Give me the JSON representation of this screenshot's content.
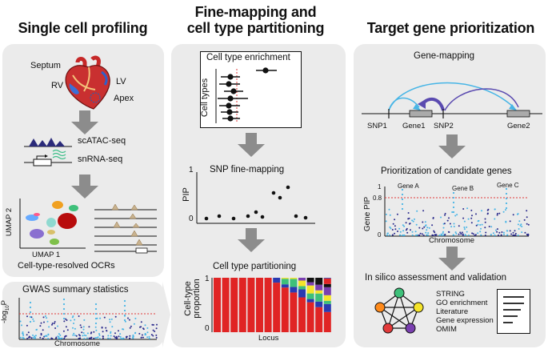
{
  "headers": {
    "col1": "Single cell profiling",
    "col2_line1": "Fine-mapping and",
    "col2_line2": "cell type partitioning",
    "col3": "Target gene prioritization"
  },
  "col1": {
    "heart_labels": {
      "septum": "Septum",
      "rv": "RV",
      "lv": "LV",
      "apex": "Apex"
    },
    "assay1": "scATAC-seq",
    "assay2": "snRNA-seq",
    "umap_y": "UMAP 2",
    "umap_x": "UMAP 1",
    "ocr_caption": "Cell-type-resolved OCRs",
    "gwas_title": "GWAS summary statistics",
    "gwas_ylabel": "-log",
    "gwas_ylabel_sub": "10",
    "gwas_ylabel_end": "P",
    "gwas_xlabel": "Chromosome"
  },
  "col2": {
    "enrich_title": "Cell type enrichment",
    "enrich_ylabel": "Cell types",
    "snp_title": "SNP fine-mapping",
    "pip_label": "PIP",
    "pip_tick1": "1",
    "pip_tick0": "0",
    "partition_title": "Cell type partitioning",
    "partition_ylabel_1": "Cell-type",
    "partition_ylabel_2": "proportion",
    "partition_tick1": "1",
    "partition_tick0": "0",
    "partition_xlabel": "Locus"
  },
  "col3": {
    "gene_mapping_title": "Gene-mapping",
    "snp1": "SNP1",
    "gene1": "Gene1",
    "snp2": "SNP2",
    "gene2": "Gene2",
    "prior_title": "Prioritization of candidate genes",
    "gene_a": "Gene A",
    "gene_b": "Gene B",
    "gene_c": "Gene C",
    "tick_1": "1",
    "tick_08": "0.8",
    "tick_0": "0",
    "gene_pip": "Gene PIP",
    "chromosome": "Chromosome",
    "silico_title": "In silico assessment and validation",
    "methods": [
      "STRING",
      "GO enrichment",
      "Literature",
      "Gene expression",
      "OMIM"
    ]
  },
  "colors": {
    "panel": "#ebebeb",
    "arrow": "#8c8c8c",
    "red_line": "#e23a3a",
    "blue_light": "#47b5e6",
    "blue_dark": "#2a2a8c",
    "purple": "#5a4ab0"
  }
}
